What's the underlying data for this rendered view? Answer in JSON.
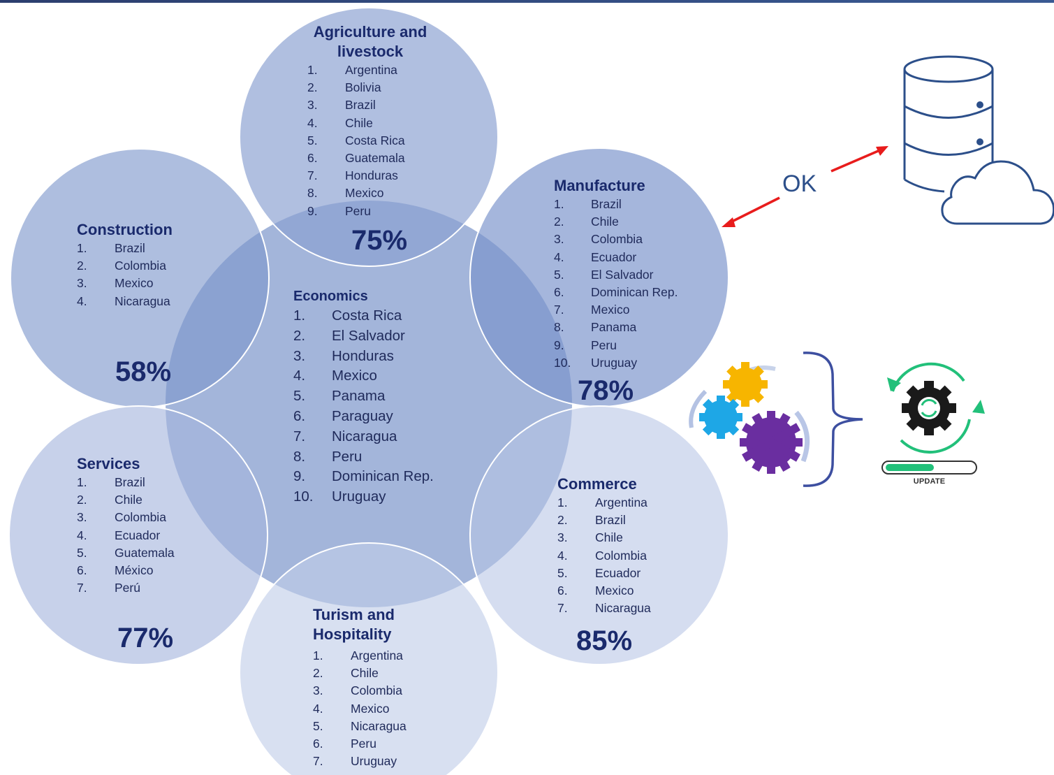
{
  "economics": {
    "title": "Economics",
    "items": [
      "Costa Rica",
      "El Salvador",
      "Honduras",
      "Mexico",
      "Panama",
      "Paraguay",
      "Nicaragua",
      "Peru",
      "Dominican Rep.",
      "Uruguay"
    ]
  },
  "agriculture": {
    "title_line1": "Agriculture and",
    "title_line2": "livestock",
    "items": [
      "Argentina",
      "Bolivia",
      "Brazil",
      "Chile",
      "Costa Rica",
      "Guatemala",
      "Honduras",
      "Mexico",
      "Peru"
    ],
    "percent": "75%"
  },
  "construction": {
    "title": "Construction",
    "items": [
      "Brazil",
      "Colombia",
      "Mexico",
      "Nicaragua"
    ],
    "percent": "58%"
  },
  "manufacture": {
    "title": "Manufacture",
    "items": [
      "Brazil",
      "Chile",
      "Colombia",
      "Ecuador",
      "El Salvador",
      "Dominican Rep.",
      "Mexico",
      "Panama",
      "Peru",
      "Uruguay"
    ],
    "percent": "78%"
  },
  "services": {
    "title": "Services",
    "items": [
      "Brazil",
      "Chile",
      "Colombia",
      "Ecuador",
      "Guatemala",
      "México",
      "Perú"
    ],
    "percent": "77%"
  },
  "commerce": {
    "title": "Commerce",
    "items": [
      "Argentina",
      "Brazil",
      "Chile",
      "Colombia",
      "Ecuador",
      "Mexico",
      "Nicaragua"
    ],
    "percent": "85%"
  },
  "tourism": {
    "title_line1": "Turism and",
    "title_line2": "Hospitality",
    "items": [
      "Argentina",
      "Chile",
      "Colombia",
      "Mexico",
      "Nicaragua",
      "Peru",
      "Uruguay"
    ]
  },
  "ok_label": "OK",
  "update_label": "UPDATE",
  "update_progress": 0.55,
  "icons": {
    "database": "database-cloud-icon",
    "gears": "gears-icon",
    "update": "update-gear-icon",
    "arrow": "double-arrow-icon",
    "brace": "curly-brace-icon"
  },
  "colors": {
    "title": "#1a2a6c",
    "arrow": "#e81c1c",
    "db": "#2c4f8a",
    "gear_yellow": "#f7b500",
    "gear_blue": "#1ea7e6",
    "gear_purple": "#6a2ea0",
    "update_green": "#22c07a"
  }
}
